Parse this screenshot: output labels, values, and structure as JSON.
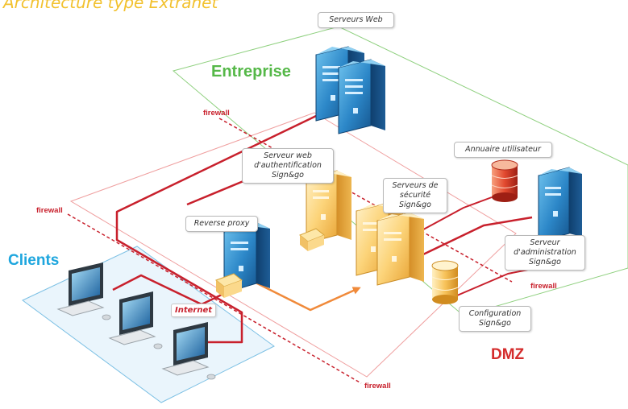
{
  "title": "Architecture type Extranet",
  "zones": {
    "enterprise": "Entreprise",
    "clients": "Clients",
    "dmz": "DMZ"
  },
  "firewall_label": "firewall",
  "internet_label": "Internet",
  "callouts": {
    "web_servers": [
      "Serveurs Web"
    ],
    "auth_web_server": [
      "Serveur web",
      "d'authentification",
      "Sign&go"
    ],
    "reverse_proxy": [
      "Reverse proxy"
    ],
    "security_servers": [
      "Serveurs de",
      "sécurité",
      "Sign&go"
    ],
    "user_directory": [
      "Annuaire utilisateur"
    ],
    "admin_server": [
      "Serveur",
      "d'administration",
      "Sign&go"
    ],
    "configuration": [
      "Configuration",
      "Sign&go"
    ]
  },
  "colors": {
    "enterprise": "#55b848",
    "clients": "#1ea6de",
    "dmz": "#d42c2c",
    "firewall": "#c8202c",
    "flow_red": "#c8202c",
    "flow_orange": "#f08a3a",
    "title": "#f2c12e"
  },
  "icons": [
    "server-icon",
    "database-icon",
    "workstation-icon",
    "arrow-icon"
  ]
}
